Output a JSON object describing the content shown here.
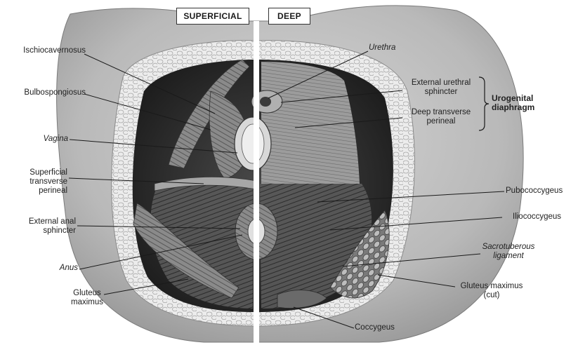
{
  "view_titles": {
    "superficial": "SUPERFICIAL",
    "deep": "DEEP"
  },
  "labels": {
    "ischiocavernosus": "Ischiocavernosus",
    "bulbospongiosus": "Bulbospongiosus",
    "vagina": "Vagina",
    "superficial_transverse_perineal": [
      "Superficial",
      "transverse",
      "perineal"
    ],
    "external_anal_sphincter": [
      "External anal",
      "sphincter"
    ],
    "anus": "Anus",
    "gluteus_maximus": [
      "Gluteus",
      "maximus"
    ],
    "urethra": "Urethra",
    "external_urethral_sphincter": [
      "External urethral",
      "sphincter"
    ],
    "deep_transverse_perineal": [
      "Deep transverse",
      "perineal"
    ],
    "urogenital_diaphragm": [
      "Urogenital",
      "diaphragm"
    ],
    "pubococcygeus": "Pubococcygeus",
    "iliococcygeus": "Iliococcygeus",
    "sacrotuberous_ligament": [
      "Sacrotuberous",
      "ligament"
    ],
    "gluteus_maximus_cut": [
      "Gluteus maximus",
      "(cut)"
    ],
    "coccygeus": "Coccygeus"
  }
}
